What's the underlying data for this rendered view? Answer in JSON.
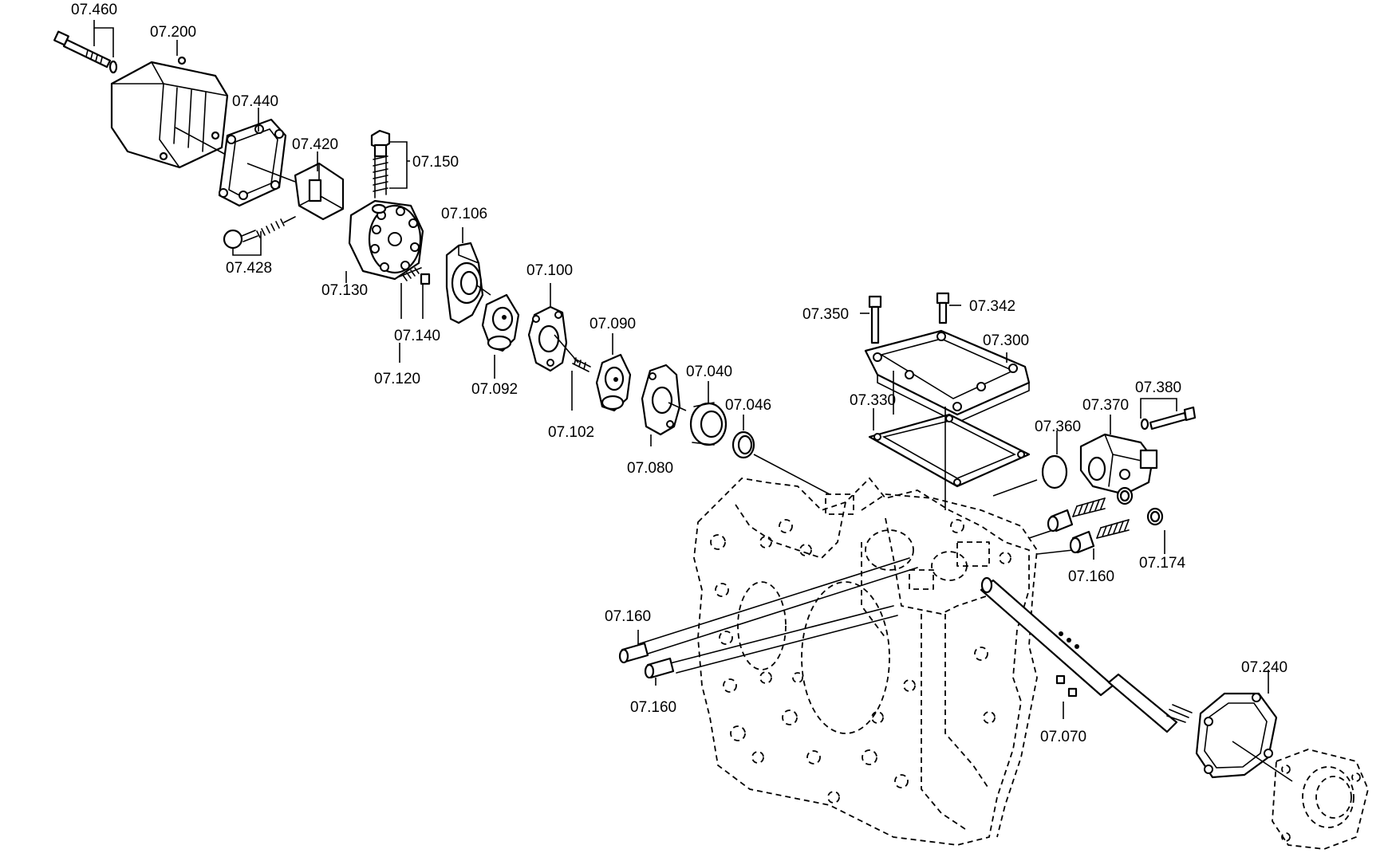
{
  "diagram": {
    "part_labels": [
      "07.460",
      "07.200",
      "07.440",
      "07.420",
      "07.150",
      "07.428",
      "07.130",
      "07.140",
      "07.120",
      "07.106",
      "07.100",
      "07.092",
      "07.102",
      "07.090",
      "07.040",
      "07.046",
      "07.080",
      "07.350",
      "07.342",
      "07.300",
      "07.330",
      "07.380",
      "07.370",
      "07.360",
      "07.174",
      "07.160",
      "07.160",
      "07.160",
      "07.070",
      "07.240"
    ]
  }
}
